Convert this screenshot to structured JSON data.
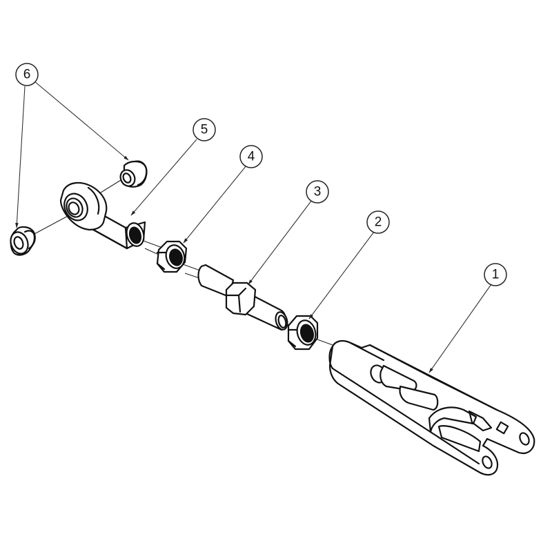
{
  "drawing": {
    "type": "exploded-assembly-view",
    "background": "#ffffff",
    "line_color": "#111111"
  },
  "balloons": [
    {
      "number": "1",
      "part": "clevis-arm"
    },
    {
      "number": "2",
      "part": "hex-jam-nut-right"
    },
    {
      "number": "3",
      "part": "threaded-adjuster-stud"
    },
    {
      "number": "4",
      "part": "hex-jam-nut-left"
    },
    {
      "number": "5",
      "part": "rod-end-bearing"
    },
    {
      "number": "6",
      "part": "spacer-bushing"
    }
  ]
}
